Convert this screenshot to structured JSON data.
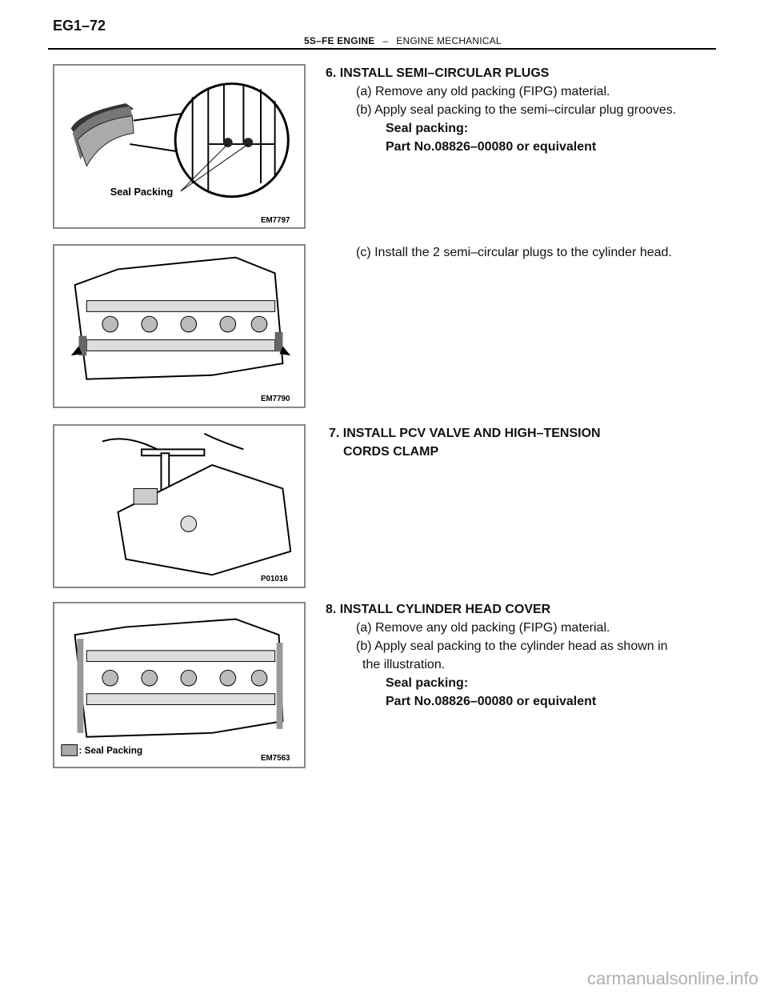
{
  "header": {
    "page_id": "EG1–72",
    "engine": "5S–FE ENGINE",
    "separator": "–",
    "section": "ENGINE MECHANICAL"
  },
  "figures": {
    "fig1": {
      "code": "EM7797",
      "label": "Seal Packing"
    },
    "fig2": {
      "code": "EM7790"
    },
    "fig3": {
      "code": "P01016"
    },
    "fig4": {
      "code": "EM7563",
      "label": ": Seal Packing"
    }
  },
  "step6": {
    "title": "6. INSTALL SEMI–CIRCULAR PLUGS",
    "a": "(a) Remove any old packing (FIPG) material.",
    "b": "(b) Apply seal packing to the semi–circular plug grooves.",
    "seal_label": "Seal packing:",
    "part": "Part No.08826–00080 or equivalent",
    "c": "(c) Install the 2 semi–circular plugs to the cylinder head."
  },
  "step7": {
    "title_line1": "7. INSTALL PCV VALVE AND HIGH–TENSION",
    "title_line2": "CORDS CLAMP"
  },
  "step8": {
    "title": "8. INSTALL CYLINDER HEAD COVER",
    "a": "(a) Remove any old packing (FIPG) material.",
    "b_line1": "(b) Apply seal packing to the cylinder head as shown in",
    "b_line2": "the illustration.",
    "seal_label": "Seal packing:",
    "part": "Part No.08826–00080 or equivalent"
  },
  "footer": {
    "watermark": "carmanualsonline.info"
  }
}
